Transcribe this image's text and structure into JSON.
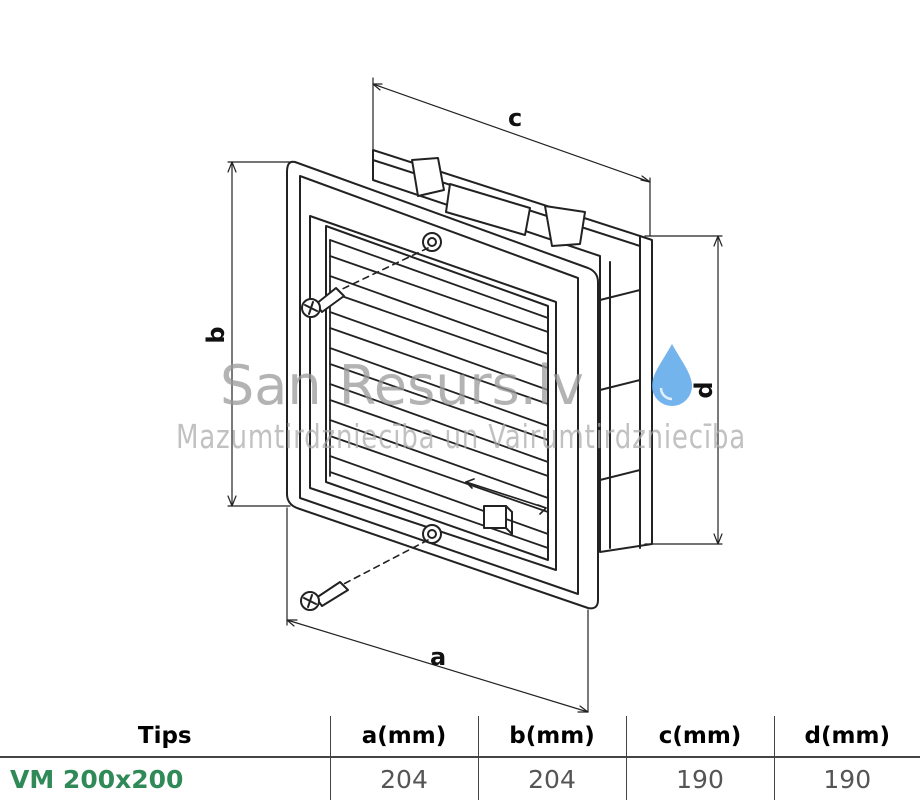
{
  "labels": {
    "a": "a",
    "b": "b",
    "c": "c",
    "d": "d"
  },
  "watermark": {
    "title": "San Resurs.lv",
    "subtitle": "Mazumtirdzniecība un Vairumtirdzniecība",
    "drop_color": "#5aa7ea"
  },
  "table": {
    "headers": [
      "Tips",
      "a(mm)",
      "b(mm)",
      "c(mm)",
      "d(mm)"
    ],
    "rows": [
      {
        "model": "VM 200x200",
        "a": "204",
        "b": "204",
        "c": "190",
        "d": "190"
      }
    ]
  },
  "colors": {
    "model_text": "#2f8a57",
    "value_text": "#555555"
  }
}
